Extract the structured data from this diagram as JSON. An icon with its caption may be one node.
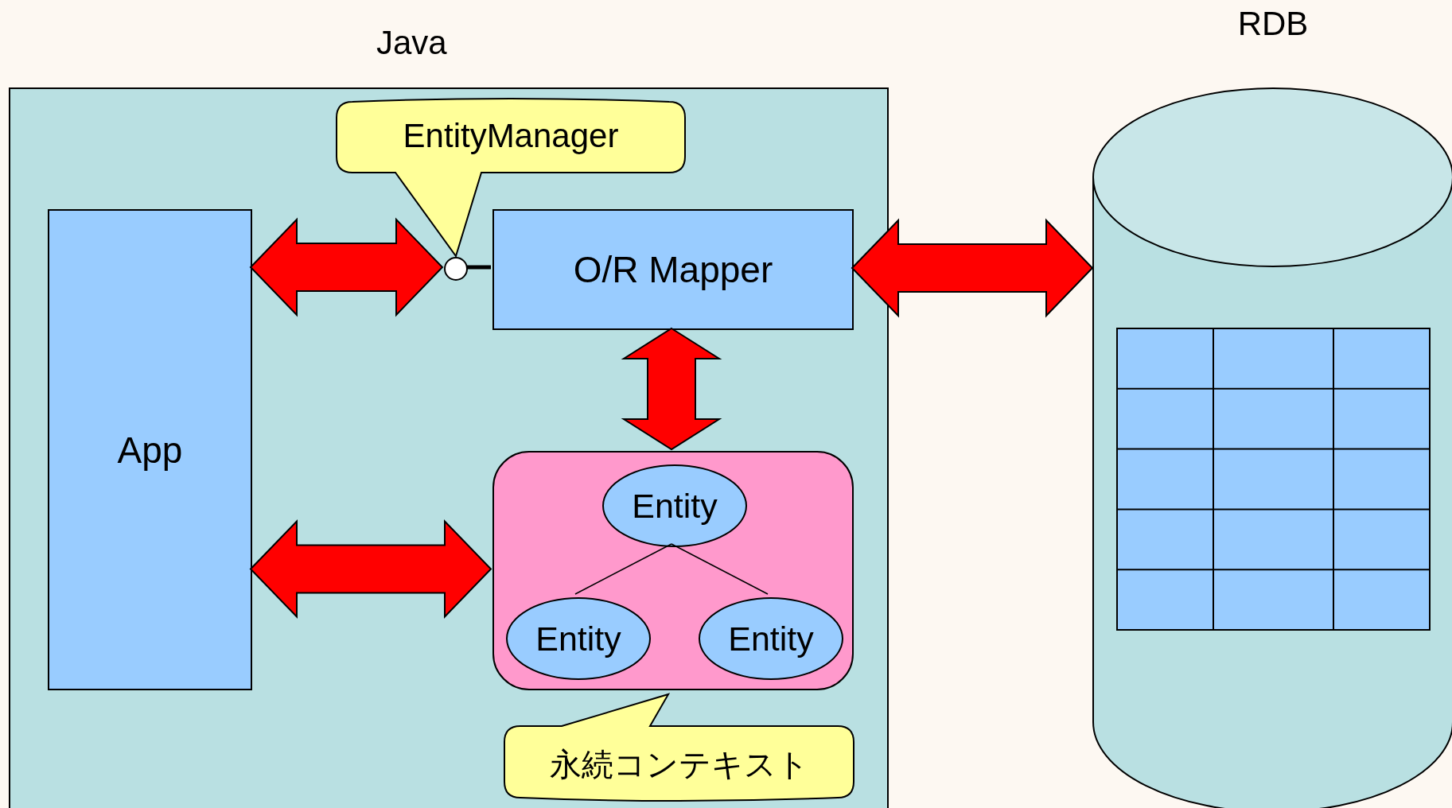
{
  "diagram": {
    "nodes": [
      {
        "text": [
          "Java"
        ]
      },
      {
        "text": [
          "App"
        ],
        "in": 0
      },
      {
        "text": [
          "EntityManager"
        ],
        "in": 0
      },
      {
        "text": [],
        "shape": "circle",
        "in": 0
      },
      {
        "text": [
          "O/R Mapper"
        ],
        "in": 0
      },
      {
        "text": [],
        "shape": "box",
        "in": 0
      },
      {
        "text": [
          "Entity"
        ],
        "in": 5
      },
      {
        "text": [
          "Entity"
        ],
        "in": 5
      },
      {
        "text": [
          "Entity"
        ],
        "in": 5
      },
      {
        "text": [
          "永続コンテキスト"
        ],
        "in": 0
      },
      {
        "text": [
          "RDB"
        ]
      }
    ],
    "edges": [
      {
        "from": 1,
        "to": 3,
        "arrow": "both"
      },
      {
        "from": 3,
        "to": 4,
        "arrow": "none",
        "style": "thick",
        "color": "#000000"
      },
      {
        "from": 4,
        "to": 10,
        "arrow": "both"
      },
      {
        "from": 4,
        "to": 5,
        "arrow": "both"
      },
      {
        "from": 1,
        "to": 5,
        "arrow": "both"
      },
      {
        "from": 6,
        "to": 7,
        "arrow": "none",
        "color": "#000000"
      },
      {
        "from": 6,
        "to": 8,
        "arrow": "none",
        "color": "#000000"
      }
    ]
  }
}
